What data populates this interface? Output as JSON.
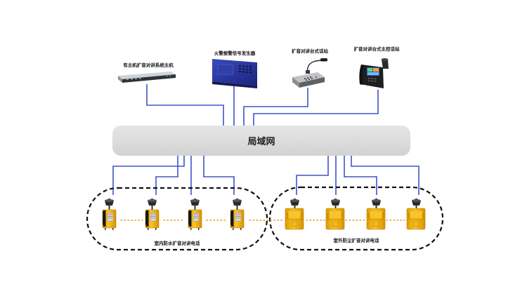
{
  "devices": {
    "host": {
      "label": "有主机扩音对讲系统主机",
      "icon": "rack-server-icon"
    },
    "fire_alarm": {
      "label": "火警报警信号发生器",
      "icon": "fire-alarm-generator-icon"
    },
    "desk_station": {
      "label": "扩音对讲台式话站",
      "icon": "desk-microphone-station-icon"
    },
    "master_station": {
      "label": "扩音对讲台式主控话站",
      "icon": "desk-master-phone-icon"
    }
  },
  "network": {
    "label": "局域网"
  },
  "zones": {
    "indoor": {
      "label": "室内防水扩音对讲电话",
      "phone_count": 4,
      "phone_icon": "waterproof-phone-icon",
      "horn_icon": "horn-speaker-icon"
    },
    "outdoor": {
      "label": "室外防尘扩音对讲电话",
      "phone_count": 4,
      "phone_icon": "dustproof-phone-icon",
      "horn_icon": "horn-speaker-icon"
    }
  },
  "colors": {
    "wire": "#3d55c9",
    "link_dots": "#f29a1d",
    "phone_body": "#f2b416",
    "network_fill": "#dcdcdc"
  }
}
